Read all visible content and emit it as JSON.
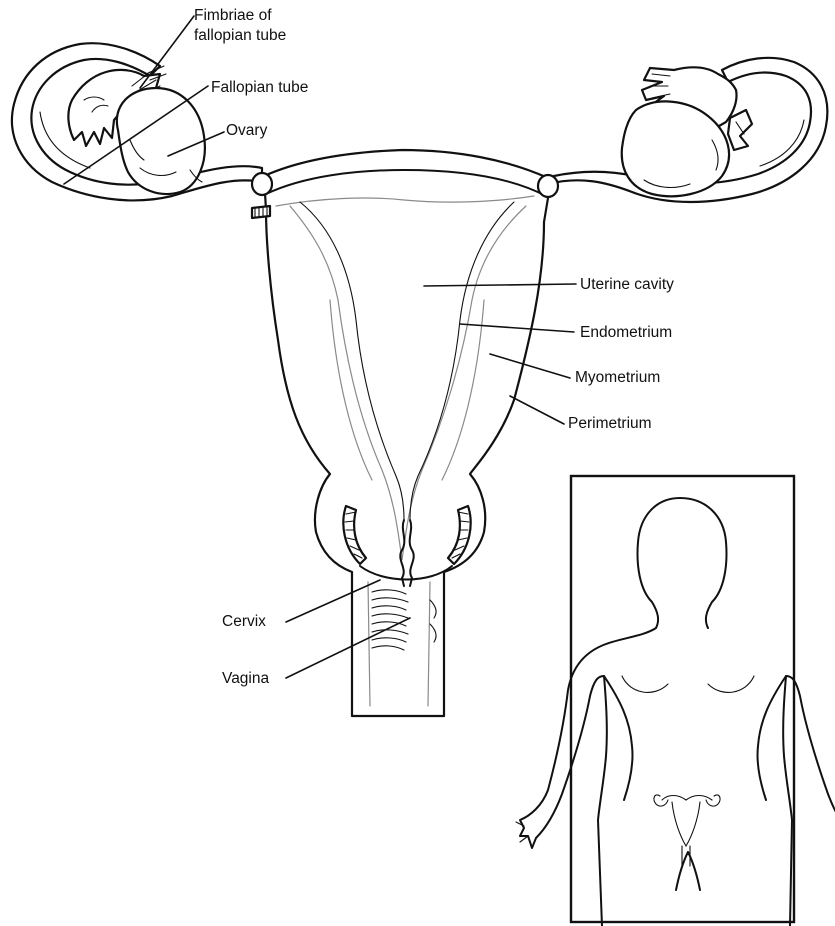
{
  "labels": {
    "fimbriae_line1": "Fimbriae of",
    "fimbriae_line2": "fallopian tube",
    "fallopian_tube": "Fallopian tube",
    "ovary": "Ovary",
    "uterine_cavity": "Uterine cavity",
    "endometrium": "Endometrium",
    "myometrium": "Myometrium",
    "perimetrium": "Perimetrium",
    "cervix": "Cervix",
    "vagina": "Vagina"
  }
}
